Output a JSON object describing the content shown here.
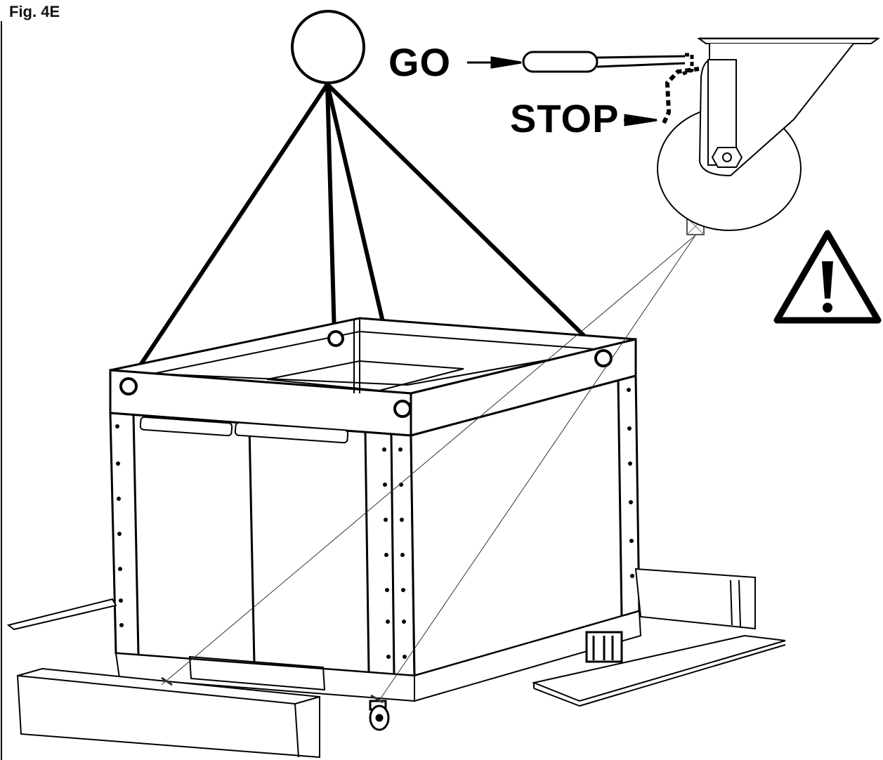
{
  "figure": {
    "label": "Fig. 4E"
  },
  "callouts": {
    "go_label": "GO",
    "stop_label": "STOP"
  },
  "colors": {
    "line": "#000000",
    "thin_line": "#333333",
    "background": "#ffffff"
  },
  "icons": {
    "warning": "warning-triangle-icon",
    "caster": "caster-wheel-icon",
    "lift_hook": "lift-ring-icon"
  }
}
